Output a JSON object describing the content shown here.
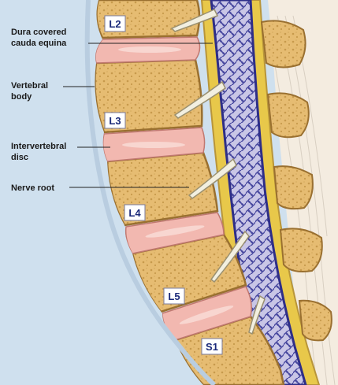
{
  "labels": {
    "dura_line1": "Dura covered",
    "dura_line2": "cauda equina",
    "vertebral_line1": "Vertebral",
    "vertebral_line2": "body",
    "disc_line1": "Intervertebral",
    "disc_line2": "disc",
    "nerve_root": "Nerve root"
  },
  "vertebrae": [
    "L2",
    "L3",
    "L4",
    "L5",
    "S1"
  ],
  "colors": {
    "background": "#cfe0ee",
    "bone": "#e8c07a",
    "bone_dark": "#b88a3e",
    "disc": "#f2b8b0",
    "dura": "#4a4aa0",
    "spinal_fat": "#e8c84a",
    "ligament": "#f4ece0",
    "label_box": "#ffffff",
    "label_text": "#1b2a7a"
  }
}
